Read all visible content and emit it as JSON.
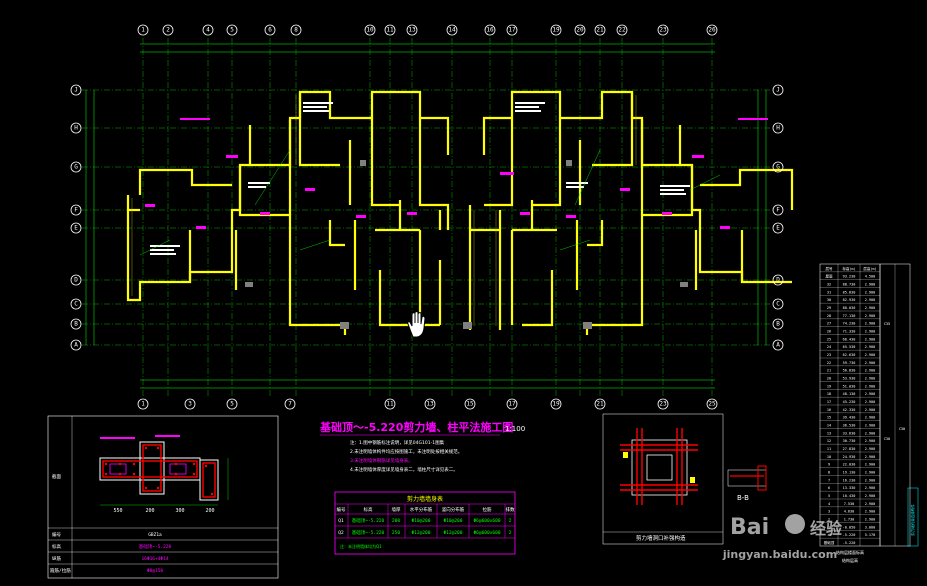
{
  "drawing": {
    "title": "基础顶～-5.220剪力墙、柱平法施工图",
    "scale": "1:100"
  },
  "axes": {
    "top": [
      "1",
      "2",
      "4",
      "5",
      "6",
      "8",
      "10",
      "11",
      "13",
      "14",
      "16",
      "17",
      "19",
      "20",
      "21",
      "22",
      "23",
      "26"
    ],
    "bottom": [
      "1",
      "3",
      "5",
      "7",
      "11",
      "13",
      "15",
      "17",
      "19",
      "21",
      "23",
      "25"
    ],
    "left": [
      "J",
      "H",
      "G",
      "F",
      "E",
      "D",
      "C",
      "B",
      "A"
    ],
    "right": [
      "J",
      "H",
      "G",
      "F",
      "E",
      "D",
      "C",
      "B",
      "A"
    ]
  },
  "notes": [
    "注：1.图中钢筋标注说明，详见04G101-1图集",
    "2.未注明墙体构件均应按图施工，未注明处按相关规范。",
    "3.未注明墙体钢筋详见墙身表。",
    "4.未注明墙体厚度详见墙身表二，墙柱尺寸详见表二。"
  ],
  "wall_table": {
    "title": "剪力墙墙身表",
    "headers": [
      "编号",
      "标高",
      "墙厚",
      "水平分布筋",
      "竖向分布筋",
      "拉筋",
      "排数"
    ],
    "rows": [
      [
        "Q1",
        "基础顶~-5.220",
        "200",
        "Φ10@200",
        "Φ10@200",
        "Φ6@600x600",
        "2"
      ],
      [
        "Q2",
        "基础顶~-5.220",
        "250",
        "Φ12@200",
        "Φ12@200",
        "Φ6@600x600",
        "2"
      ]
    ],
    "note": "注：未注明墙体均为Q1"
  },
  "column_detail": {
    "label_section": "截面",
    "label_number": "编号",
    "label_elevation": "标高",
    "label_main_bar": "纵筋",
    "label_stirrup": "箍筋/拉筋",
    "number": "GBZ1a",
    "elevation": "基础顶~-5.220",
    "main_bar": "16Φ16+4Φ14",
    "stirrup": "Φ8@150",
    "dims": [
      "550",
      "200",
      "300",
      "200"
    ]
  },
  "opening_detail": {
    "caption": "剪力墙洞口补强构造",
    "section_label": "B-B"
  },
  "level_table": {
    "header": [
      "层号",
      "标高(m)",
      "层高(m)"
    ],
    "rows": [
      [
        "屋面",
        "93.230",
        "4.500"
      ],
      [
        "32",
        "88.730",
        "2.900"
      ],
      [
        "31",
        "85.830",
        "2.900"
      ],
      [
        "30",
        "82.930",
        "2.900"
      ],
      [
        "29",
        "80.030",
        "2.900"
      ],
      [
        "28",
        "77.130",
        "2.900"
      ],
      [
        "27",
        "74.230",
        "2.900"
      ],
      [
        "26",
        "71.330",
        "2.900"
      ],
      [
        "25",
        "68.430",
        "2.900"
      ],
      [
        "24",
        "65.530",
        "2.900"
      ],
      [
        "23",
        "62.630",
        "2.900"
      ],
      [
        "22",
        "59.730",
        "2.900"
      ],
      [
        "21",
        "56.830",
        "2.900"
      ],
      [
        "20",
        "53.930",
        "2.900"
      ],
      [
        "19",
        "51.030",
        "2.900"
      ],
      [
        "18",
        "48.130",
        "2.900"
      ],
      [
        "17",
        "45.230",
        "2.900"
      ],
      [
        "16",
        "42.330",
        "2.900"
      ],
      [
        "15",
        "39.430",
        "2.900"
      ],
      [
        "14",
        "36.530",
        "2.900"
      ],
      [
        "13",
        "33.630",
        "2.900"
      ],
      [
        "12",
        "30.730",
        "2.900"
      ],
      [
        "11",
        "27.830",
        "2.900"
      ],
      [
        "10",
        "24.930",
        "2.900"
      ],
      [
        "9",
        "22.030",
        "2.900"
      ],
      [
        "8",
        "19.130",
        "2.900"
      ],
      [
        "7",
        "16.230",
        "2.900"
      ],
      [
        "6",
        "13.330",
        "2.900"
      ],
      [
        "5",
        "10.430",
        "2.900"
      ],
      [
        "4",
        "7.530",
        "2.900"
      ],
      [
        "3",
        "4.630",
        "2.900"
      ],
      [
        "2",
        "1.730",
        "2.900"
      ],
      [
        "1",
        "-0.050",
        "3.000"
      ],
      [
        "-1",
        "-5.220",
        "5.170"
      ],
      [
        "基础顶",
        "-5.220",
        ""
      ]
    ],
    "side_labels": [
      "C35",
      "C30",
      "C30"
    ],
    "footer": "结构层楼面标高",
    "footer2": "结构层高",
    "far_right": "剪力墙约束边缘构件"
  },
  "watermark": {
    "brand_left": "Bai",
    "brand_right": "经验",
    "url": "jingyan.baidu.com"
  },
  "colors": {
    "background": "#000000",
    "wall": "#ffff00",
    "grid": "#00ff00",
    "title": "#ff00ff",
    "rebar": "#ff0000"
  }
}
